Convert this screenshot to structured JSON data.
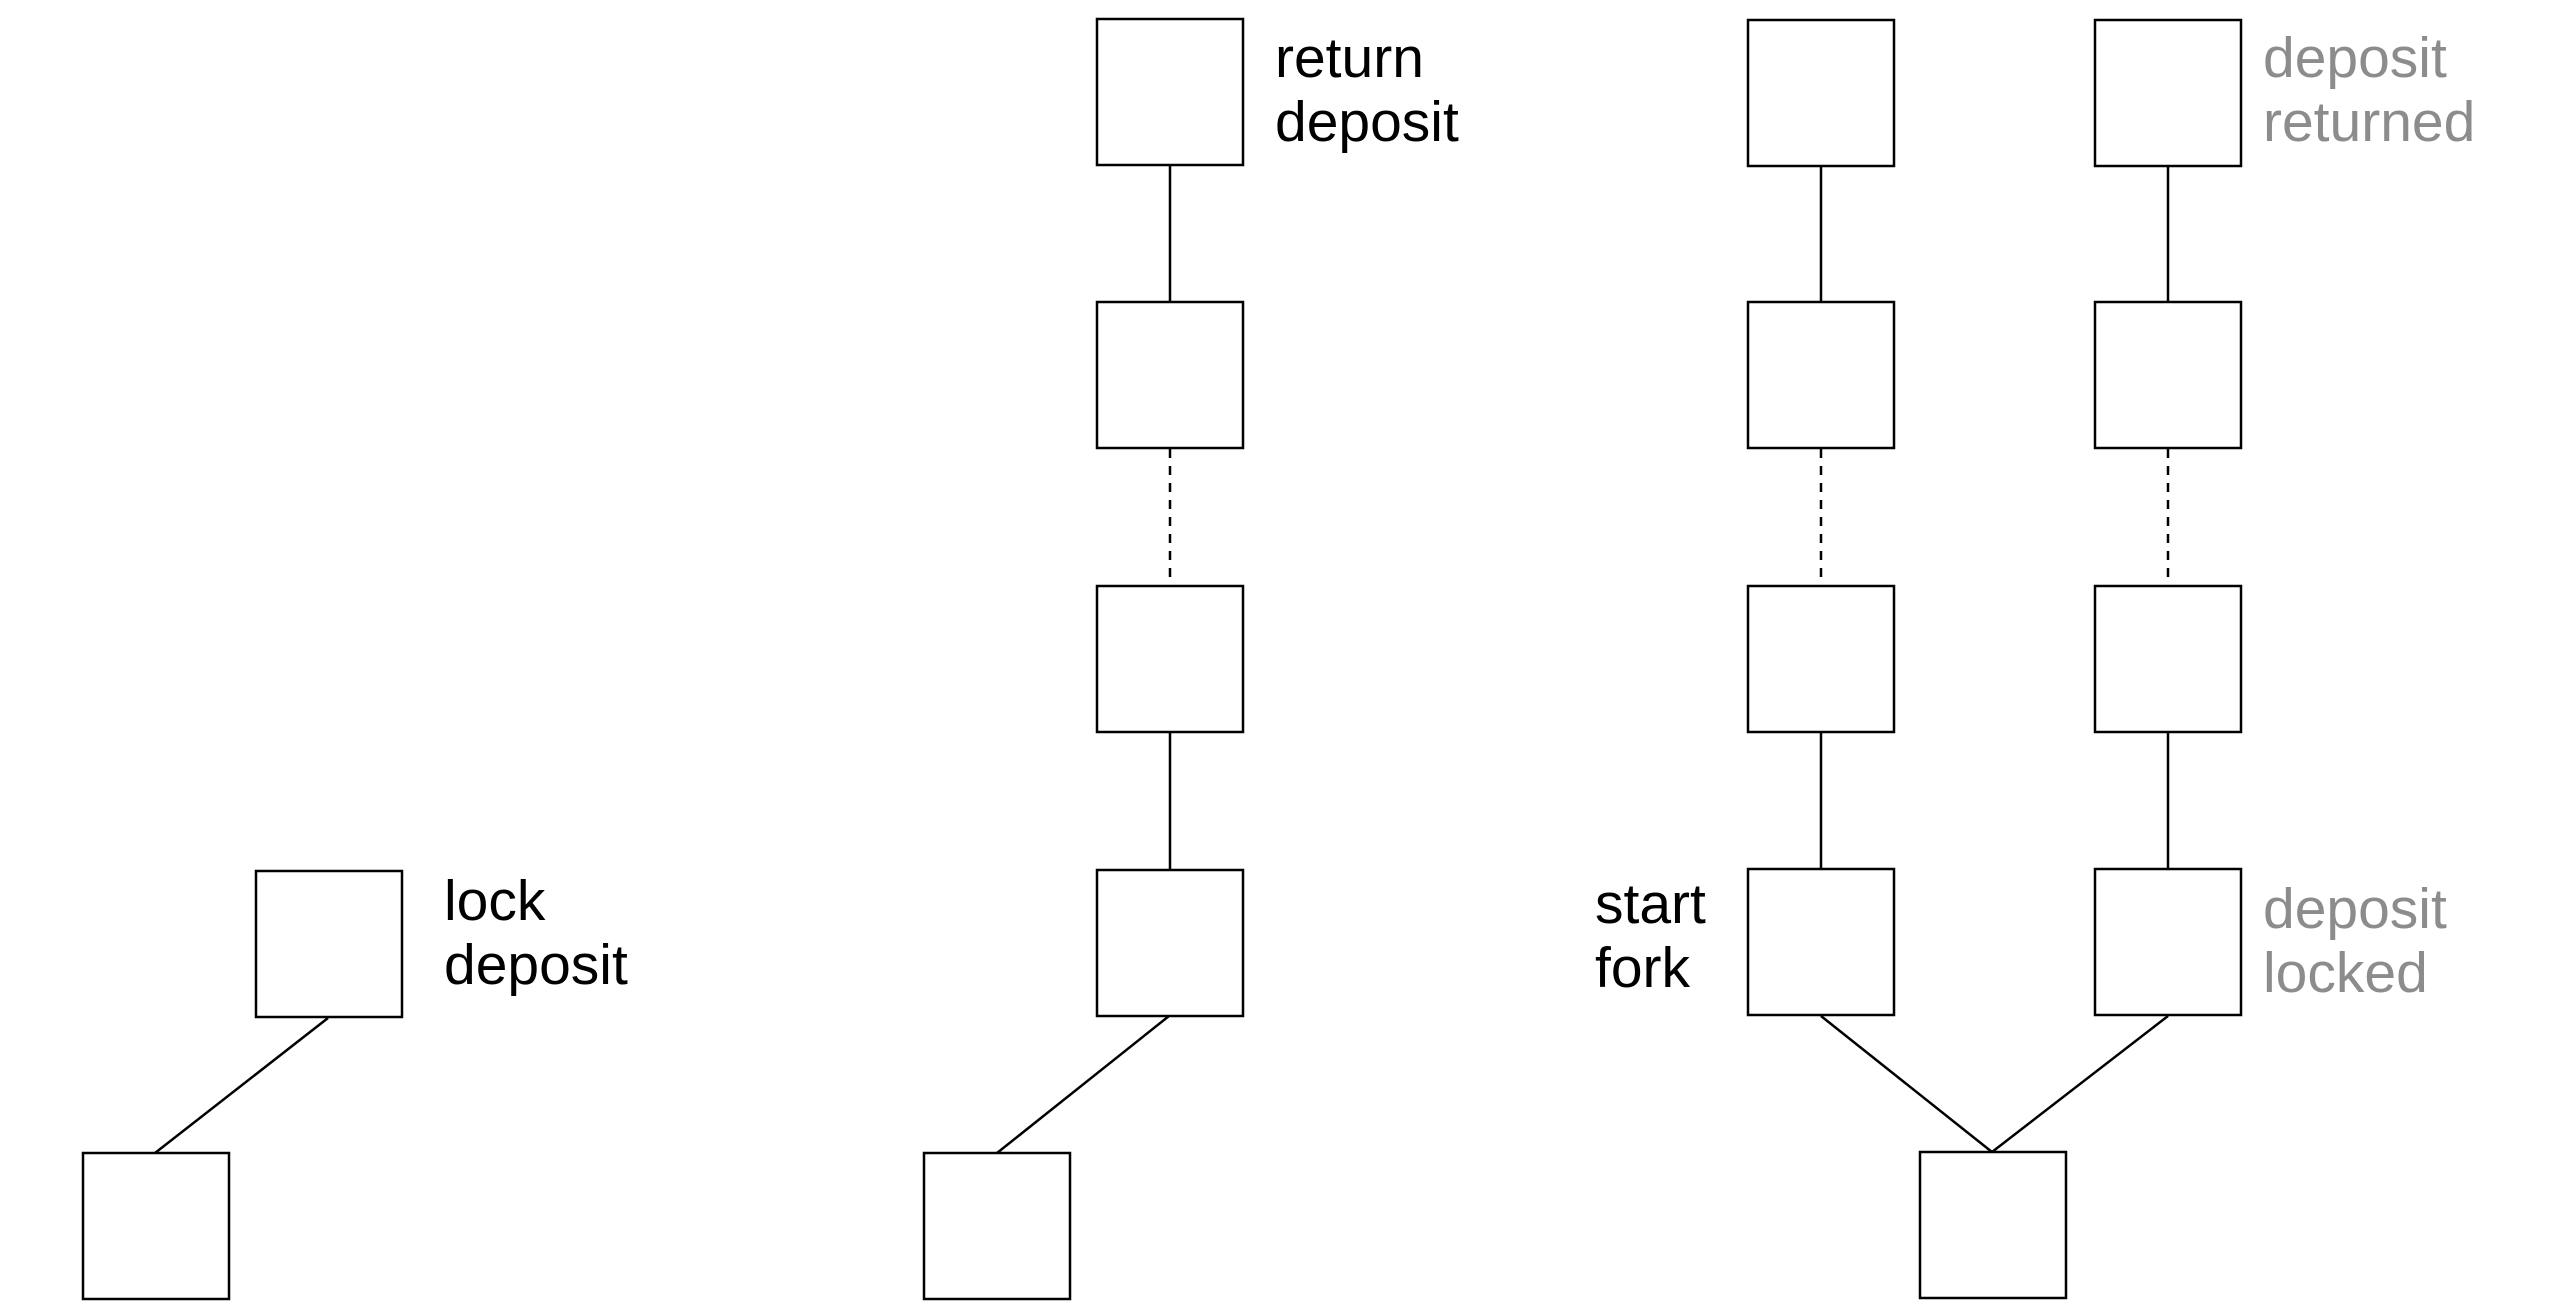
{
  "diagram": {
    "labels": {
      "lock_deposit": [
        "lock",
        "deposit"
      ],
      "return_deposit": [
        "return",
        "deposit"
      ],
      "start_fork": [
        "start",
        "fork"
      ],
      "deposit_returned": [
        "deposit",
        "returned"
      ],
      "deposit_locked": [
        "deposit",
        "locked"
      ]
    },
    "colors": {
      "block_stroke": "#000000",
      "label_primary": "#000000",
      "label_secondary": "#8c8c8c",
      "background": "#ffffff"
    }
  }
}
